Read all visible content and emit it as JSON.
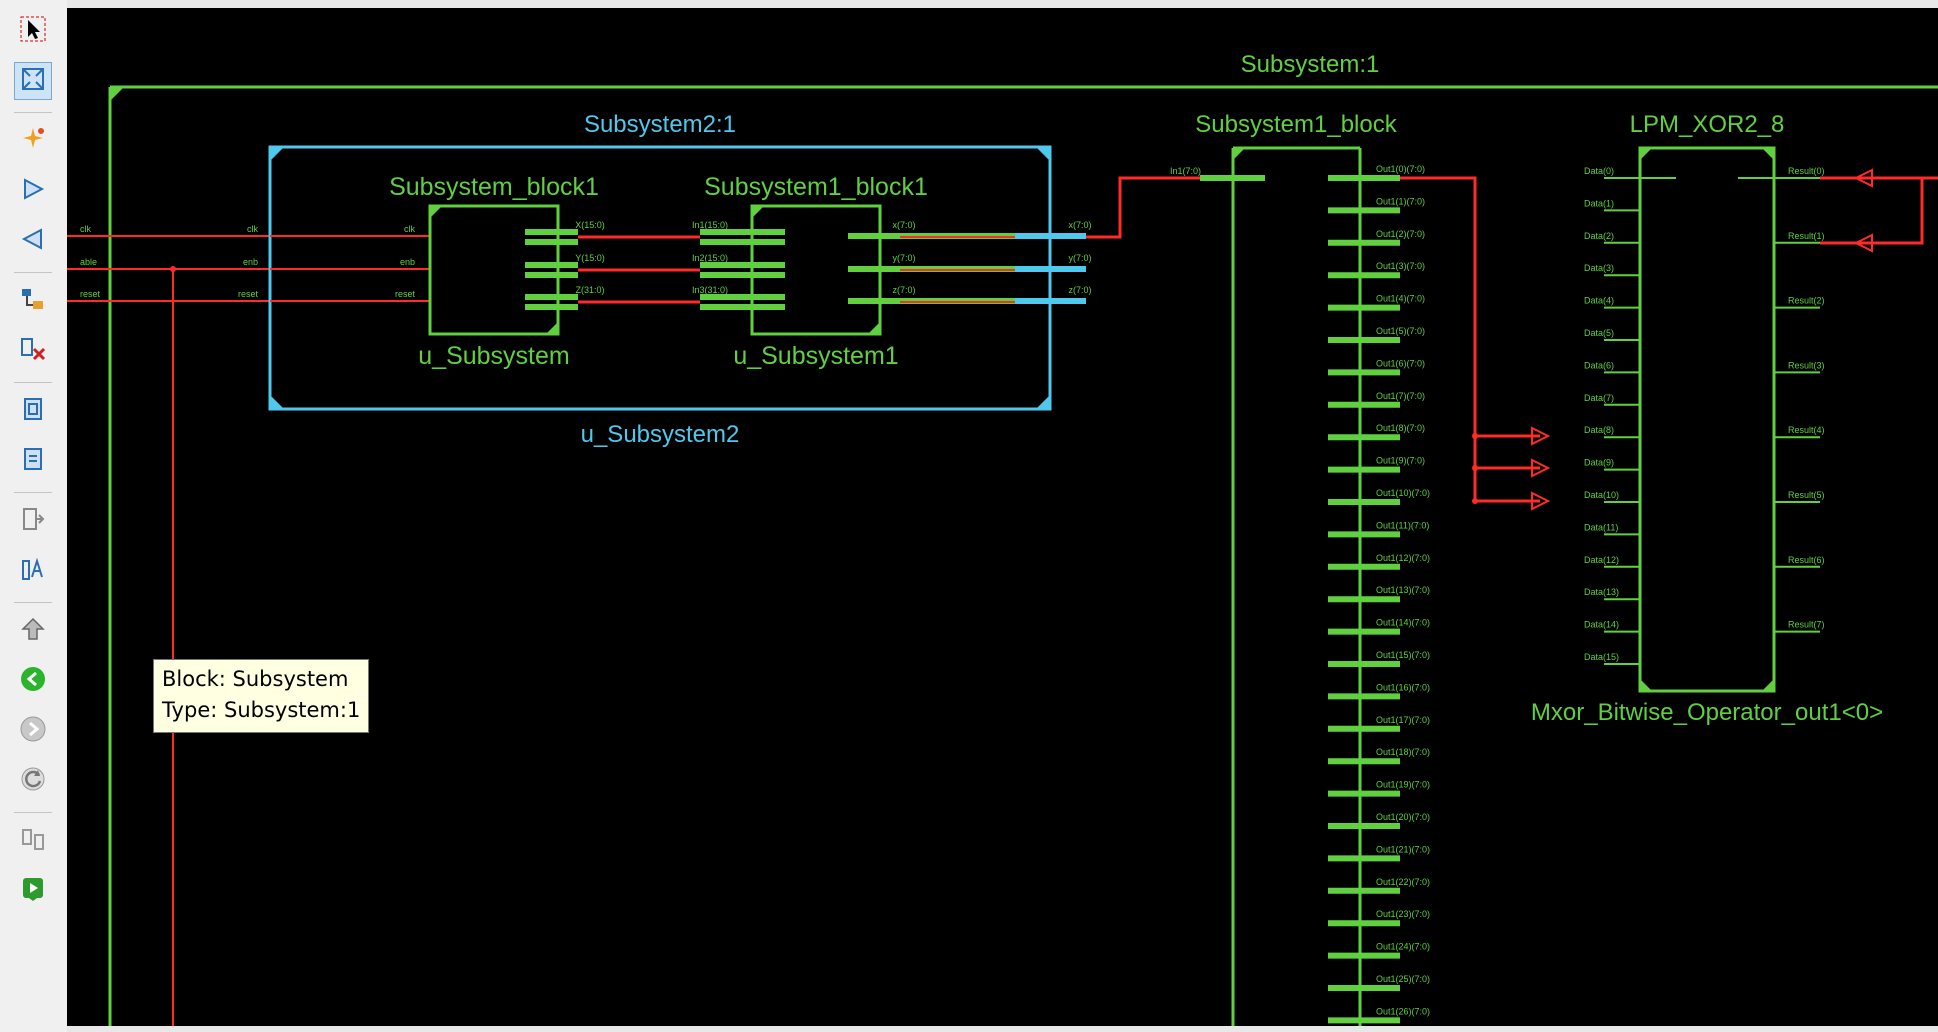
{
  "toolbar": {
    "buttons": [
      {
        "name": "select-tool-button",
        "icon": "arrow-cursor-icon",
        "active": false
      },
      {
        "name": "zoom-fit-button",
        "icon": "zoom-fit-icon",
        "active": true
      },
      {
        "name": "highlight-button",
        "icon": "sparkle-icon",
        "active": false
      },
      {
        "name": "forward-button",
        "icon": "triangle-right-icon",
        "active": false
      },
      {
        "name": "back-button",
        "icon": "triangle-left-icon",
        "active": false
      },
      {
        "name": "hierarchy-button",
        "icon": "hierarchy-icon",
        "active": false
      },
      {
        "name": "remove-button",
        "icon": "delete-block-icon",
        "active": false
      },
      {
        "name": "block-view-button",
        "icon": "block-icon",
        "active": false
      },
      {
        "name": "ports-view-button",
        "icon": "ports-icon",
        "active": false
      },
      {
        "name": "expand-button",
        "icon": "expand-icon",
        "active": false
      },
      {
        "name": "label-button",
        "icon": "text-label-icon",
        "active": false
      },
      {
        "name": "up-level-button",
        "icon": "up-level-icon",
        "active": false
      },
      {
        "name": "previous-button",
        "icon": "green-back-icon",
        "active": false
      },
      {
        "name": "next-button",
        "icon": "gray-forward-icon",
        "active": false
      },
      {
        "name": "refresh-button",
        "icon": "refresh-icon",
        "active": false
      },
      {
        "name": "compare-button",
        "icon": "compare-icon",
        "active": false
      },
      {
        "name": "run-button",
        "icon": "play-icon",
        "active": false
      }
    ]
  },
  "schematic": {
    "colors": {
      "wire": "#ff2a2a",
      "block": "#60d040",
      "bus": "#4fc8ee",
      "text": "#60d040"
    },
    "outer": {
      "title": "Subsystem:1"
    },
    "subsystem2": {
      "title": "Subsystem2:1",
      "instance": "u_Subsystem2",
      "inputs": [
        "clk",
        "enb",
        "reset"
      ],
      "outputs": [
        "x(7:0)",
        "y(7:0)",
        "z(7:0)"
      ]
    },
    "block_a": {
      "title": "Subsystem_block1",
      "instance": "u_Subsystem",
      "inputs": [
        "clk",
        "enb",
        "reset"
      ],
      "outputs": [
        "X(15:0)",
        "Y(15:0)",
        "Z(31:0)"
      ]
    },
    "block_b": {
      "title": "Subsystem1_block1",
      "instance": "u_Subsystem1",
      "inputs": [
        "In1(15:0)",
        "In2(15:0)",
        "In3(31:0)"
      ],
      "outputs": [
        "x(7:0)",
        "y(7:0)",
        "z(7:0)"
      ]
    },
    "left_ports": [
      "clk",
      "able",
      "reset"
    ],
    "subsystem1_block": {
      "title": "Subsystem1_block",
      "input": "In1(7:0)",
      "outputs": [
        "Out1(0)(7:0)",
        "Out1(1)(7:0)",
        "Out1(2)(7:0)",
        "Out1(3)(7:0)",
        "Out1(4)(7:0)",
        "Out1(5)(7:0)",
        "Out1(6)(7:0)",
        "Out1(7)(7:0)",
        "Out1(8)(7:0)",
        "Out1(9)(7:0)",
        "Out1(10)(7:0)",
        "Out1(11)(7:0)",
        "Out1(12)(7:0)",
        "Out1(13)(7:0)",
        "Out1(14)(7:0)",
        "Out1(15)(7:0)",
        "Out1(16)(7:0)",
        "Out1(17)(7:0)",
        "Out1(18)(7:0)",
        "Out1(19)(7:0)",
        "Out1(20)(7:0)",
        "Out1(21)(7:0)",
        "Out1(22)(7:0)",
        "Out1(23)(7:0)",
        "Out1(24)(7:0)",
        "Out1(25)(7:0)",
        "Out1(26)(7:0)"
      ]
    },
    "lpm_xor": {
      "title": "LPM_XOR2_8",
      "instance": "Mxor_Bitwise_Operator_out1<0>",
      "inputs": [
        "Data(0)",
        "Data(1)",
        "Data(2)",
        "Data(3)",
        "Data(4)",
        "Data(5)",
        "Data(6)",
        "Data(7)",
        "Data(8)",
        "Data(9)",
        "Data(10)",
        "Data(11)",
        "Data(12)",
        "Data(13)",
        "Data(14)",
        "Data(15)"
      ],
      "outputs": [
        "Result(0)",
        "Result(1)",
        "Result(2)",
        "Result(3)",
        "Result(4)",
        "Result(5)",
        "Result(6)",
        "Result(7)"
      ]
    }
  },
  "tooltip": {
    "line1": "Block: Subsystem",
    "line2": "Type: Subsystem:1"
  }
}
